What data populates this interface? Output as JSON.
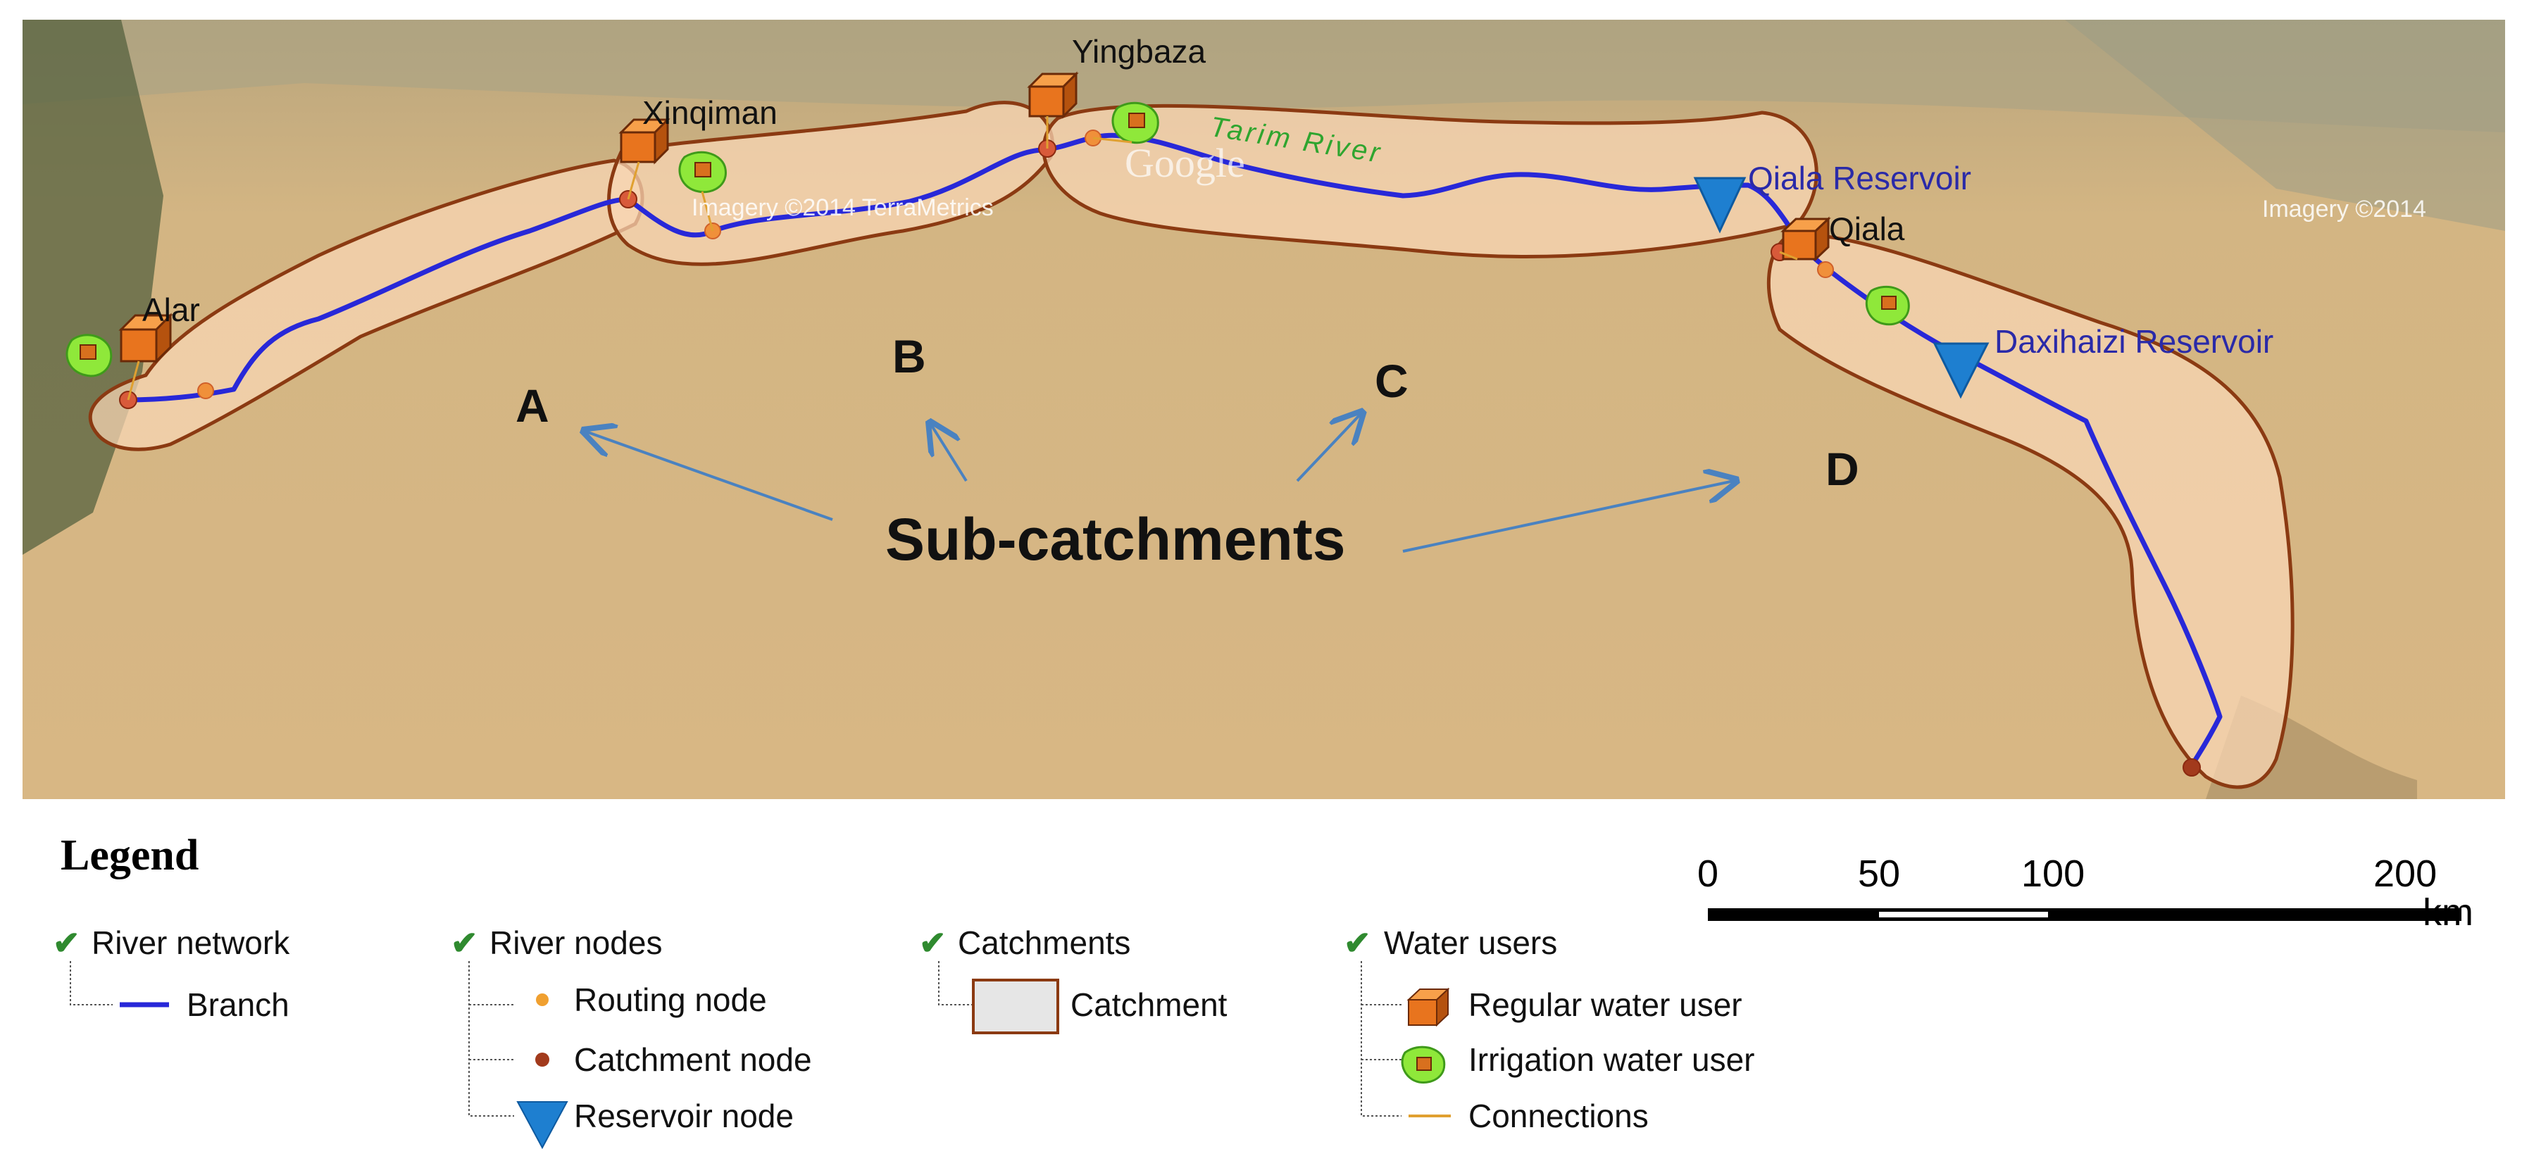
{
  "map": {
    "places": {
      "alar": "Alar",
      "xinqiman": "Xinqiman",
      "yingbaza": "Yingbaza",
      "qiala": "Qiala"
    },
    "reservoirs": {
      "qiala": "Qiala Reservoir",
      "daxihaizi": "Daxihaizi Reservoir"
    },
    "river_label": "Tarim River",
    "watermark": "Google",
    "attribution_left": "Imagery ©2014 TerraMetrics",
    "attribution_right": "Imagery ©2014",
    "catchment_letters": [
      "A",
      "B",
      "C",
      "D"
    ],
    "subcatchments_label": "Sub-catchments",
    "colors": {
      "river": "#2828d8",
      "catchment_fill": "#fad7b5",
      "catchment_stroke": "#8b3a12",
      "routing_node": "#f0903a",
      "catchment_node": "#a23a1c",
      "reservoir": "#1e7fd0",
      "arrow": "#4a82c0"
    }
  },
  "legend": {
    "title": "Legend",
    "groups": [
      {
        "header": "River network",
        "items": [
          "Branch"
        ]
      },
      {
        "header": "River nodes",
        "items": [
          "Routing node",
          "Catchment node",
          "Reservoir node"
        ]
      },
      {
        "header": "Catchments",
        "items": [
          "Catchment"
        ]
      },
      {
        "header": "Water users",
        "items": [
          "Regular water user",
          "Irrigation water user",
          "Connections"
        ]
      }
    ]
  },
  "scale": {
    "ticks": [
      "0",
      "50",
      "100",
      "200"
    ],
    "unit": "km"
  }
}
